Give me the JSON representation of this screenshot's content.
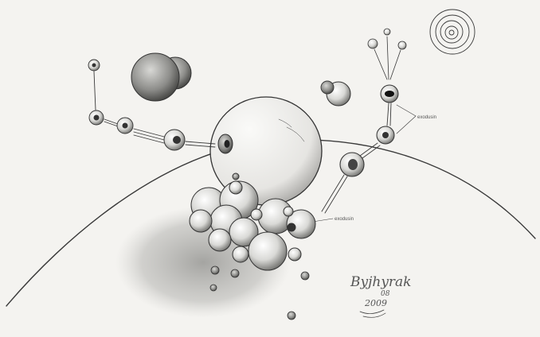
{
  "labels": {
    "callout_right": "exodusin",
    "callout_mid": "exodusin"
  },
  "signature": {
    "name": "Byjhyrak",
    "mark": "08",
    "year": "2009"
  }
}
